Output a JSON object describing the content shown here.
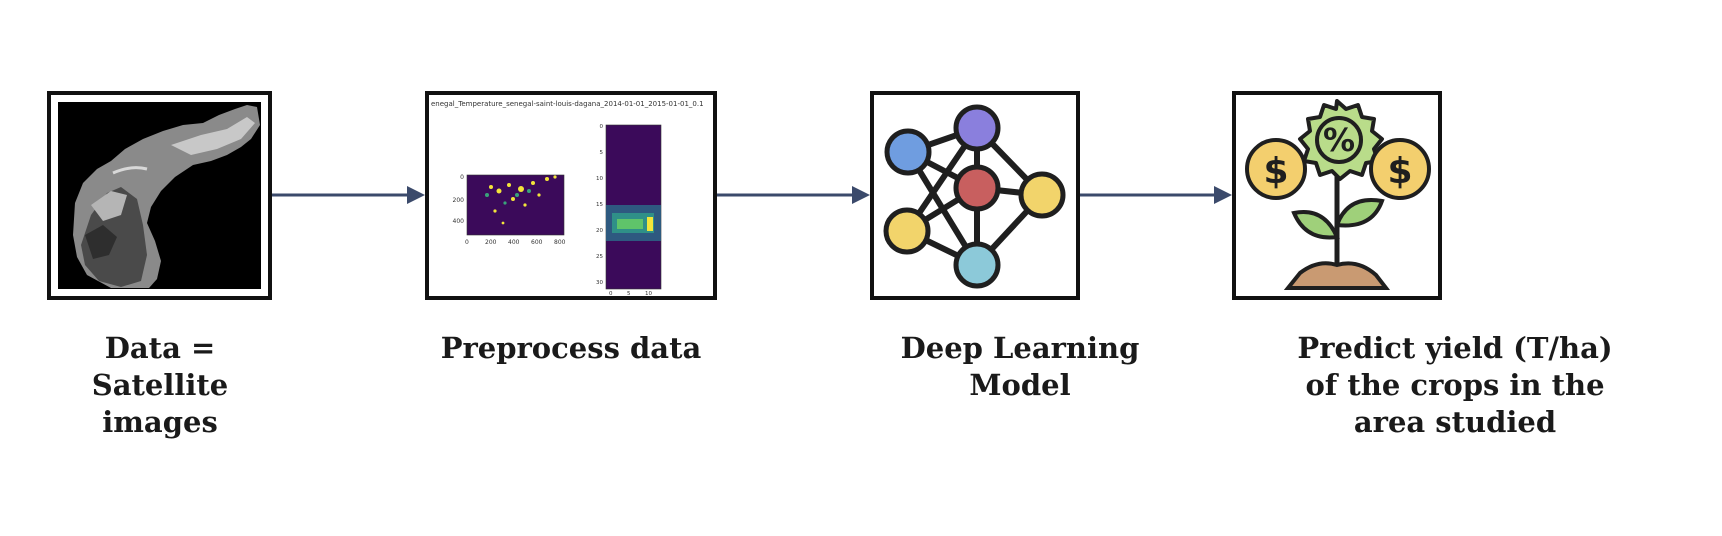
{
  "steps": [
    {
      "caption": "Data = Satellite images"
    },
    {
      "caption": "Preprocess data",
      "plot_title": "enegal_Temperature_senegal-saint-louis-dagana_2014-01-01_2015-01-01_0.1",
      "map_x_ticks": [
        "0",
        "200",
        "400",
        "600",
        "800"
      ],
      "map_y_ticks": [
        "0",
        "200",
        "400"
      ],
      "series_y_ticks": [
        "0",
        "5",
        "10",
        "15",
        "20",
        "25",
        "30"
      ],
      "series_x_ticks": [
        "0",
        "5",
        "10"
      ]
    },
    {
      "caption": "Deep Learning Model"
    },
    {
      "caption": "Predict yield (T/ha) of the crops in the area studied",
      "coin_symbol": "$",
      "gear_symbol": "%"
    }
  ],
  "colors": {
    "arrow": "#3b4a6b",
    "node_blue": "#6f9de0",
    "node_purple": "#8a7fdd",
    "node_red": "#c85f5f",
    "node_yellow": "#f2d46b",
    "node_teal": "#8cc9d9",
    "coin": "#f3cf6e",
    "gear": "#b9dc8a",
    "leaf": "#9fd07a",
    "soil": "#c99a72",
    "viridis_bg": "#3b0a5a",
    "viridis_yellow": "#f3e53a"
  }
}
